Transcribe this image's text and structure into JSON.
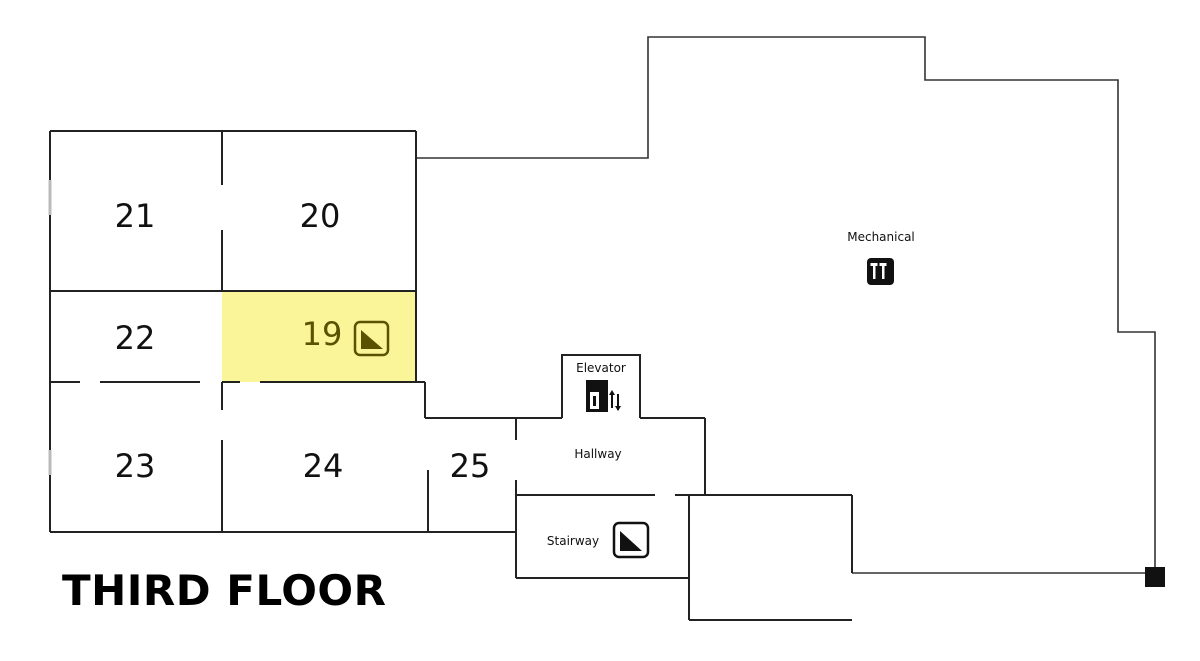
{
  "floor_title": "THIRD FLOOR",
  "colors": {
    "highlight": "#fbf59a",
    "walls": "#222222",
    "highlight_text": "#5a5200"
  },
  "rooms": [
    {
      "id": "21",
      "label": "21"
    },
    {
      "id": "20",
      "label": "20"
    },
    {
      "id": "22",
      "label": "22"
    },
    {
      "id": "19",
      "label": "19",
      "highlighted": true,
      "icon": "accessible-ramp-icon"
    },
    {
      "id": "23",
      "label": "23"
    },
    {
      "id": "24",
      "label": "24"
    },
    {
      "id": "25",
      "label": "25"
    }
  ],
  "areas": {
    "mechanical": {
      "label": "Mechanical",
      "icon": "mechanical-tools-icon"
    },
    "elevator": {
      "label": "Elevator",
      "icon": "elevator-icon"
    },
    "hallway": {
      "label": "Hallway"
    },
    "stairway": {
      "label": "Stairway",
      "icon": "stairway-icon"
    }
  }
}
